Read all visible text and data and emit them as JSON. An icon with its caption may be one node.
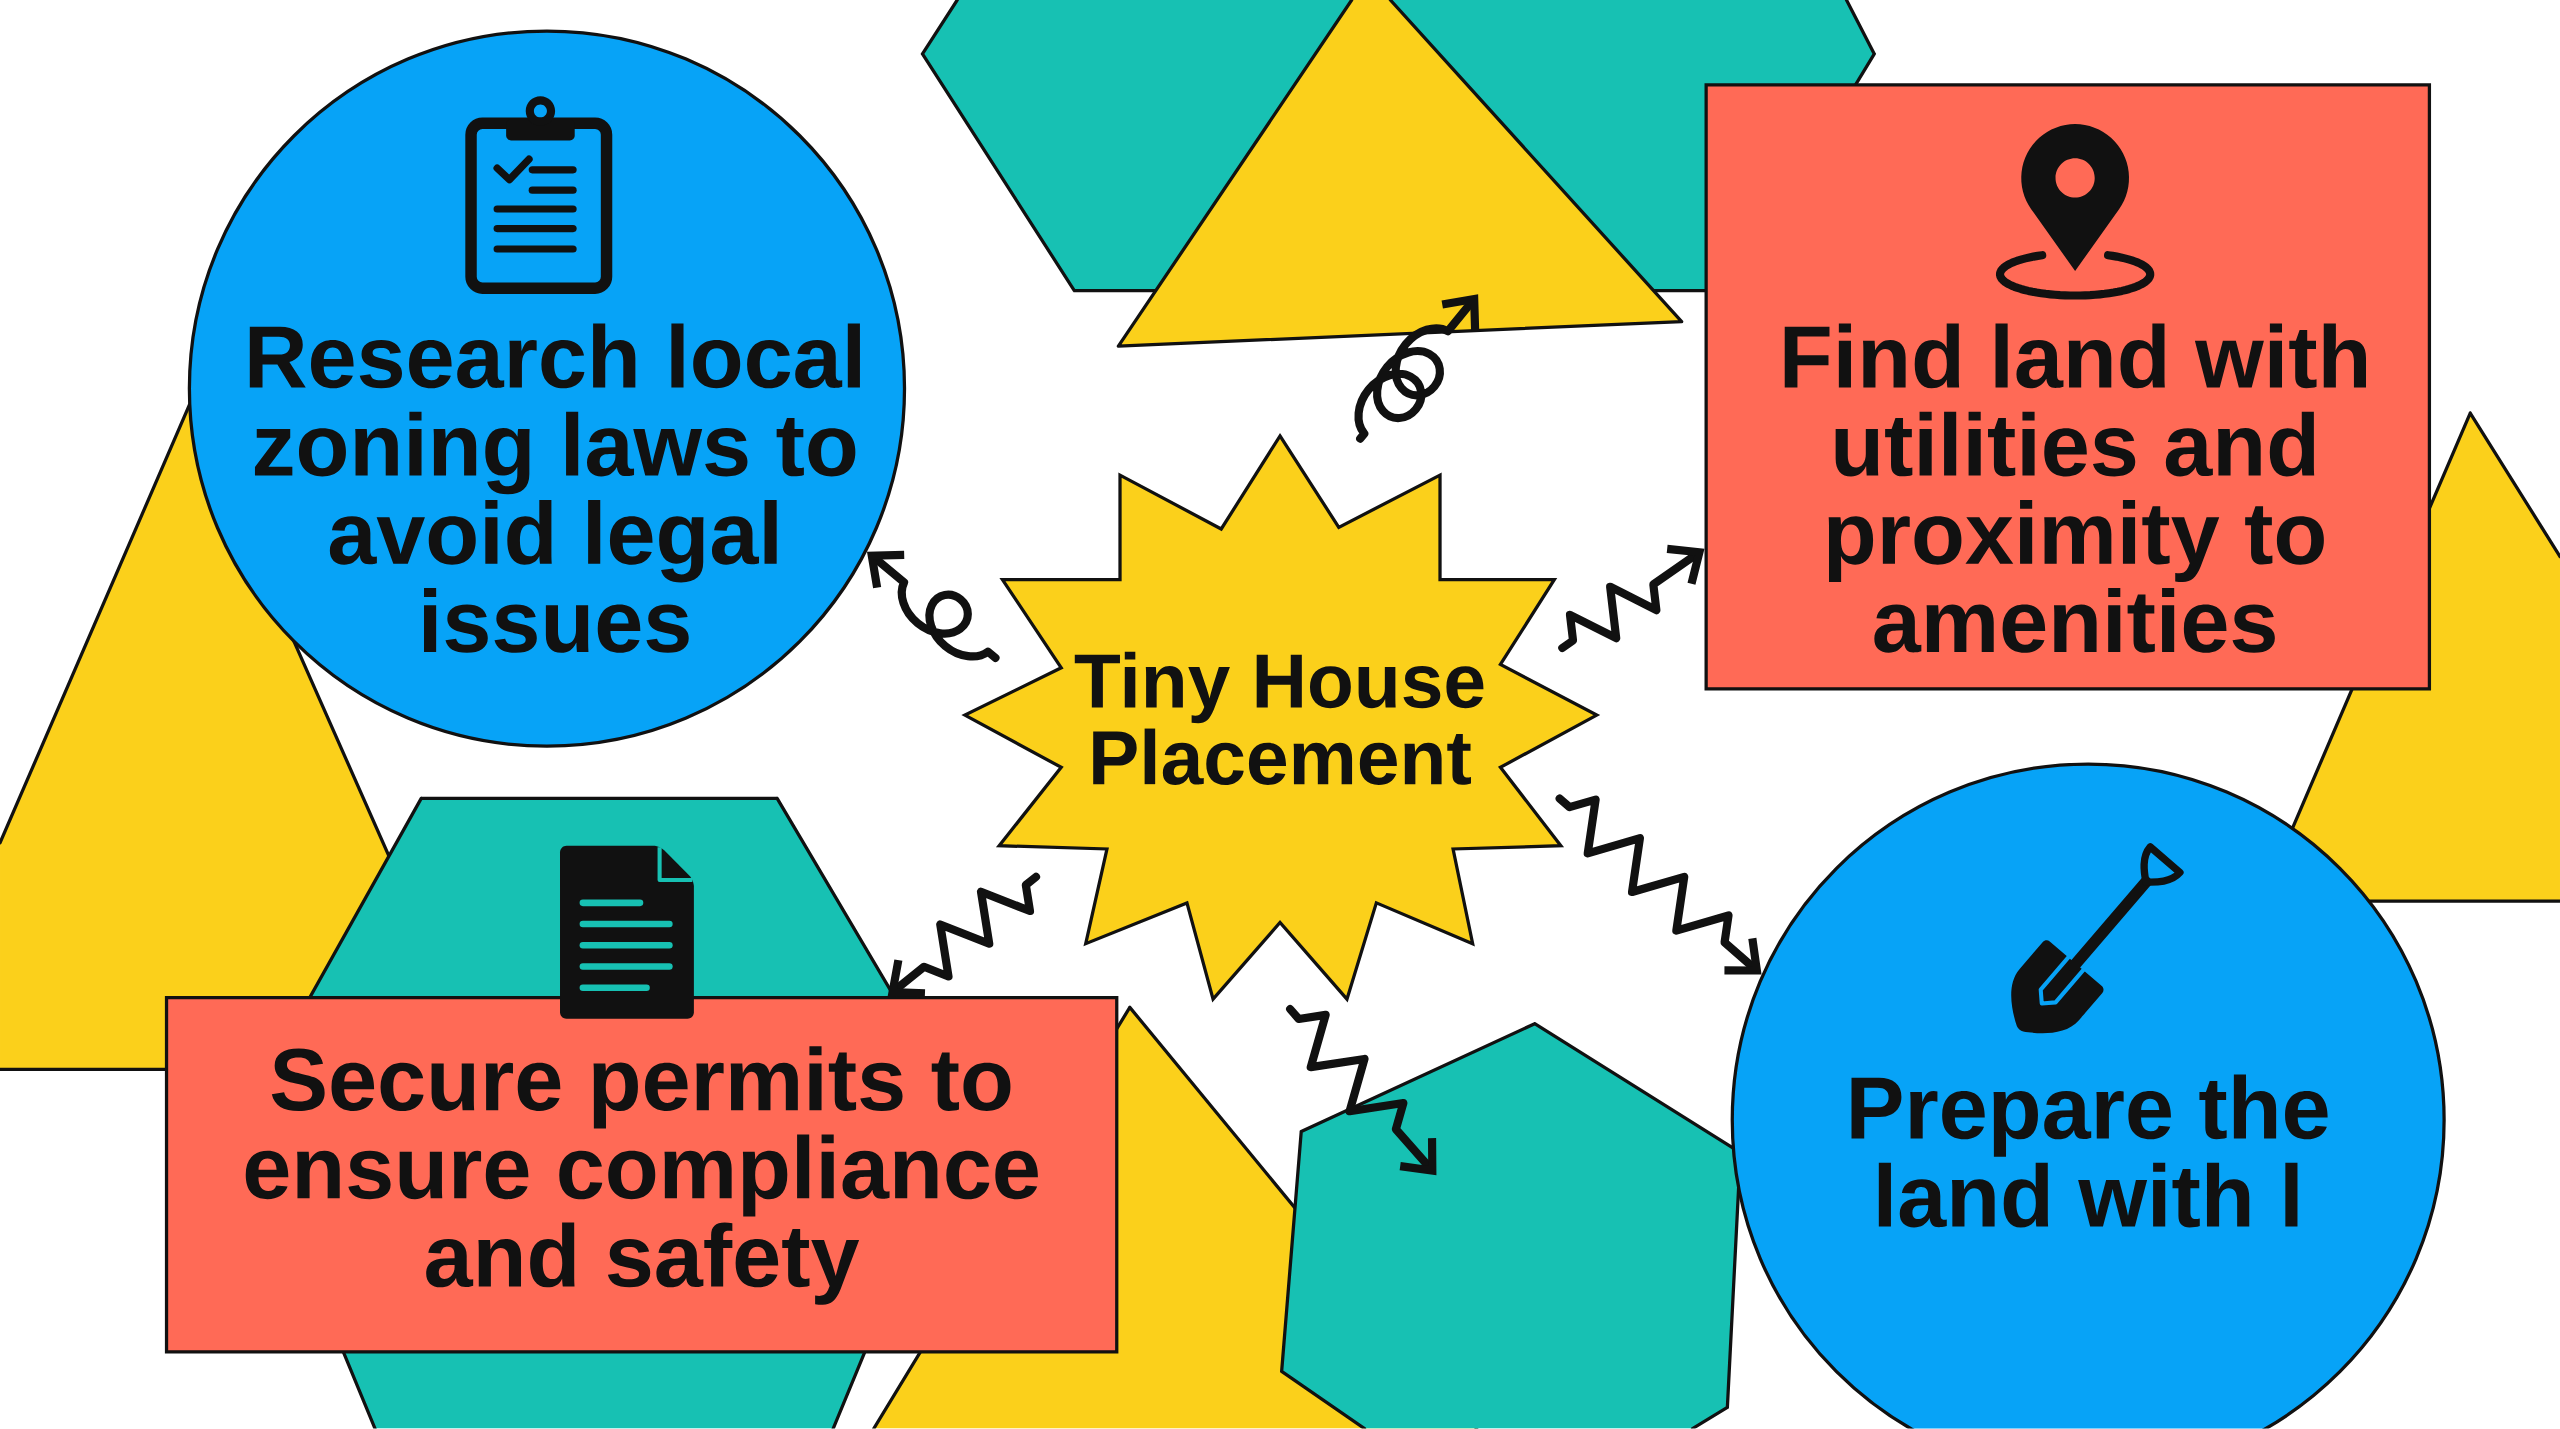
{
  "diagram": {
    "nodes": [
      {
        "text": [
          "Research local zoning laws to avoid legal issues"
        ]
      },
      {
        "text": [],
        "shape": "triangle"
      },
      {
        "text": [
          "Find land with utilities and proximity to amenities"
        ]
      },
      {
        "text": [
          "Tiny House Placement"
        ]
      },
      {
        "text": [
          "Secure permits to ensure compliance and safety"
        ]
      },
      {
        "text": [],
        "shape": "hexagon"
      },
      {
        "text": [
          "Prepare the land with l"
        ]
      }
    ],
    "edges": [
      {
        "from": 3,
        "to": 0,
        "arrow": "to"
      },
      {
        "from": 3,
        "to": 1,
        "arrow": "to"
      },
      {
        "from": 3,
        "to": 2,
        "arrow": "to"
      },
      {
        "from": 3,
        "to": 6,
        "arrow": "to"
      },
      {
        "from": 3,
        "to": 5,
        "arrow": "to"
      },
      {
        "from": 3,
        "to": 4,
        "arrow": "to"
      }
    ]
  }
}
